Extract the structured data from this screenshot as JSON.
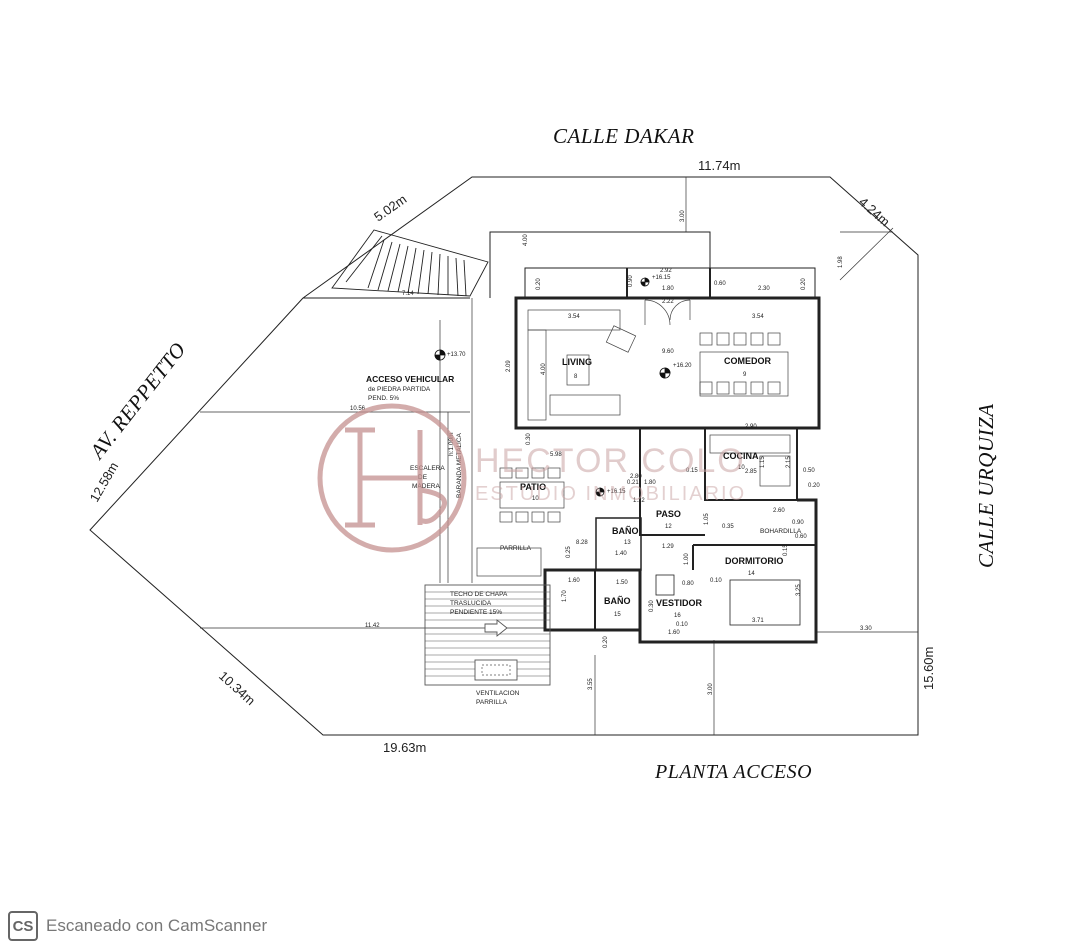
{
  "plan": {
    "title": "PLANTA ACCESO",
    "streets": {
      "top": "CALLE  DAKAR",
      "left": "AV.  REPPETTO",
      "right": "CALLE  URQUIZA"
    },
    "lot_measures": {
      "top": "11.74m",
      "top_left": "5.02m",
      "top_right": "4.24m",
      "left": "12.58m",
      "bottom_left": "10.34m",
      "bottom": "19.63m",
      "right": "15.60m"
    },
    "rooms": {
      "living": "LIVING",
      "living_num": "8",
      "comedor": "COMEDOR",
      "comedor_num": "9",
      "cocina": "COCINA",
      "cocina_num": "10",
      "patio": "PATIO",
      "patio_num": "10",
      "paso": "PASO",
      "paso_num": "12",
      "bano1": "BAÑO",
      "bano1_num": "13",
      "bano2": "BAÑO",
      "bano2_num": "15",
      "vestidor": "VESTIDOR",
      "vestidor_num": "16",
      "dormitorio": "DORMITORIO",
      "dormitorio_num": "14",
      "escalera": "ESCALERA",
      "escalera_sub": "DE",
      "escalera_sub2": "MADERA",
      "parrilla": "PARRILLA",
      "bohardilla": "BOHARDILLA"
    },
    "levels": {
      "access": "+13.70",
      "main": "+16.20",
      "upper": "+16.15",
      "patio": "+16.15"
    },
    "notes": {
      "acceso": "ACCESO  VEHICULAR",
      "acceso_sub": "de  PIEDRA  PARTIDA",
      "acceso_pend": "PEND.  5%",
      "baranda": "BARANDA  METALICA",
      "baranda_h": "h:1.00m",
      "techo_1": "TECHO  DE  CHAPA",
      "techo_2": "TRASLUCIDA",
      "techo_3": "PENDIENTE  15%",
      "vent_1": "VENTILACION",
      "vent_2": "PARRILLA"
    },
    "dimensions": {
      "d1": "7.14",
      "d2": "4.00",
      "d3": "3.00",
      "d4": "2.92",
      "d5": "1.80",
      "d6": "0.60",
      "d7": "2.30",
      "d8": "0.20",
      "d9": "1.98",
      "d10": "0.90",
      "d11": "2.22",
      "d12": "3.54",
      "d13": "3.54",
      "d14": "0.20",
      "d15": "9.60",
      "d16": "2.09",
      "d17": "4.00",
      "d18": "10.56",
      "d19": "2.90",
      "d20": "0.30",
      "d21": "5.98",
      "d22": "2.80",
      "d23": "0.21",
      "d24": "1.80",
      "d25": "1.12",
      "d26": "2.85",
      "d27": "0.15",
      "d28": "0.50",
      "d29": "0.20",
      "d30": "2.15",
      "d31": "1.15",
      "d32": "8.28",
      "d33": "0.25",
      "d34": "1.29",
      "d35": "1.40",
      "d36": "1.00",
      "d37": "0.90",
      "d38": "0.60",
      "d39": "0.15",
      "d40": "3.25",
      "d41": "1.60",
      "d42": "1.50",
      "d43": "0.80",
      "d44": "0.10",
      "d45": "1.70",
      "d46": "11.42",
      "d47": "0.20",
      "d48": "0.30",
      "d49": "3.71",
      "d50": "0.10",
      "d51": "1.60",
      "d52": "3.30",
      "d53": "3.55",
      "d54": "3.00",
      "d55": "2.60",
      "d56": "0.35",
      "d57": "1.05"
    },
    "watermark": {
      "name": "HECTOR COLO",
      "sub": "ESTUDIO INMOBILIARIO"
    }
  },
  "footer": {
    "logo": "CS",
    "text": "Escaneado con CamScanner"
  }
}
